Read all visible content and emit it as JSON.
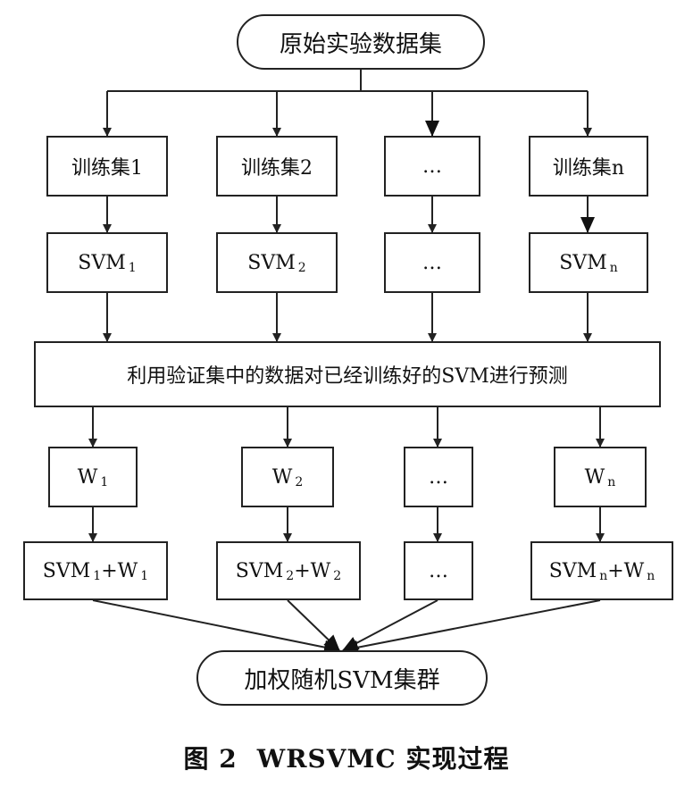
{
  "top": "原始实验数据集",
  "train": {
    "t1": "训练集1",
    "t2": "训练集2",
    "t3": "…",
    "tn": "训练集n"
  },
  "svm": {
    "b1": {
      "main": "SVM",
      "sub": "1"
    },
    "b2": {
      "main": "SVM",
      "sub": "2"
    },
    "b3": {
      "main": "…"
    },
    "bn": {
      "main": "SVM",
      "sub": "n"
    }
  },
  "predict": "利用验证集中的数据对已经训练好的SVM进行预测",
  "weights": {
    "w1": {
      "main": "W",
      "sub": "1"
    },
    "w2": {
      "main": "W",
      "sub": "2"
    },
    "w3": {
      "main": "…"
    },
    "wn": {
      "main": "W",
      "sub": "n"
    }
  },
  "combined": {
    "c1": {
      "a": "SVM",
      "a_sub": "1",
      "plus": "+W",
      "b_sub": "1"
    },
    "c2": {
      "a": "SVM",
      "a_sub": "2",
      "plus": "+W",
      "b_sub": "2"
    },
    "c3": {
      "a": "…"
    },
    "cn": {
      "a": "SVM",
      "a_sub": "n",
      "plus": "+W",
      "b_sub": "n"
    }
  },
  "bottom": "加权随机SVM集群",
  "caption": {
    "num": "图 2",
    "text": "WRSVMC 实现过程"
  }
}
